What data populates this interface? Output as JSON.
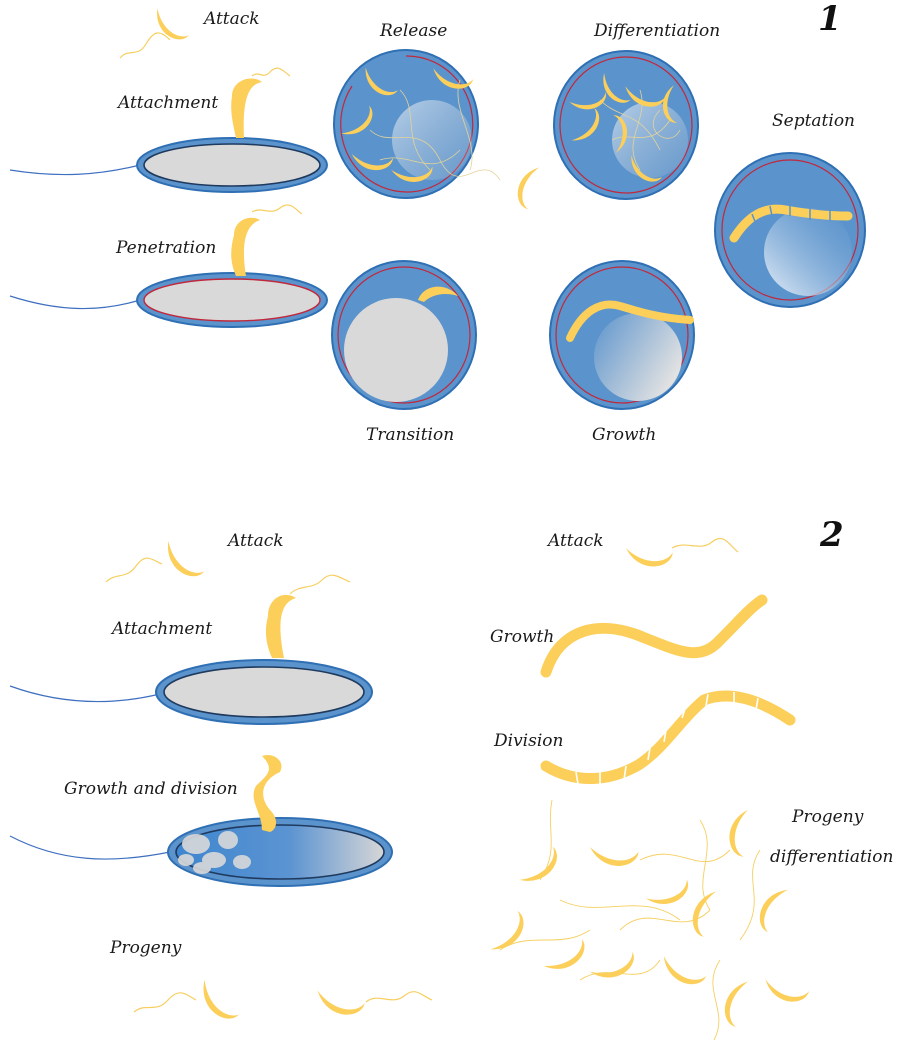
{
  "colors": {
    "prey_fill": "#5b93cc",
    "prey_edge": "#2f6fb3",
    "prey_cytoplasm": "#d9d9d9",
    "inner_membrane": "#c0283c",
    "predator": "#fbcf5a",
    "flagellum_predator": "#f6cf60",
    "flagellum_prey": "#3f70c0",
    "text": "#1a1a1a"
  },
  "panel1": {
    "number": "1",
    "labels": {
      "attack": "Attack",
      "attachment": "Attachment",
      "penetration": "Penetration",
      "release": "Release",
      "differentiation": "Differentiation",
      "septation": "Septation",
      "transition": "Transition",
      "growth": "Growth"
    }
  },
  "panel2": {
    "number": "2",
    "labels": {
      "attack_left": "Attack",
      "attachment": "Attachment",
      "growth_and_division": "Growth and division",
      "progeny": "Progeny",
      "attack_right": "Attack",
      "growth": "Growth",
      "division": "Division",
      "progeny_diff_line1": "Progeny",
      "progeny_diff_line2": "differentiation"
    }
  }
}
